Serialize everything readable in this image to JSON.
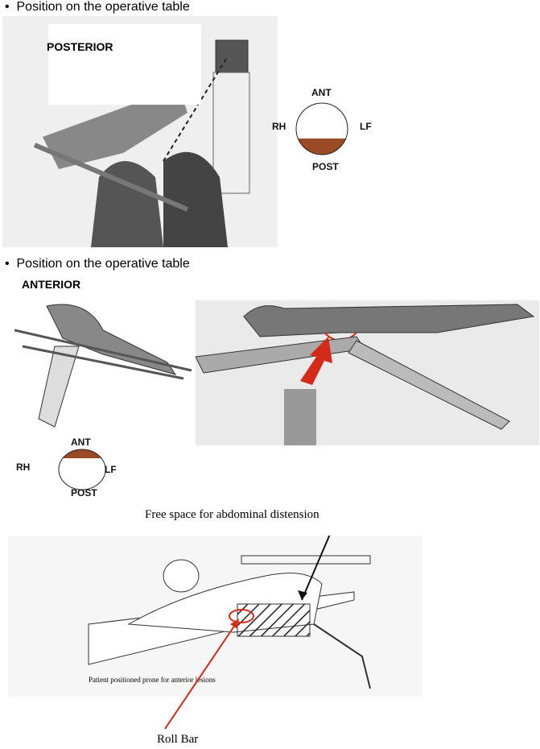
{
  "section1": {
    "bullet": "•",
    "heading": "Position on the operative table",
    "label": "POSTERIOR",
    "diagram": {
      "top": "ANT",
      "left": "RH",
      "right": "LF",
      "bottom": "POST"
    }
  },
  "section2": {
    "bullet": "•",
    "heading": "Position on the operative table",
    "label": "ANTERIOR",
    "diagram": {
      "top": "ANT",
      "left": "RH",
      "right": "LF",
      "bottom": "POST"
    }
  },
  "section3": {
    "annotation_top": "Free space for abdominal distension",
    "caption": "Patient positioned prone for anterior lesions",
    "annotation_bottom": "Roll Bar"
  },
  "colors": {
    "fluid": "#9a4a25",
    "arrow": "#d42a1a",
    "photo_bg": "#ececec"
  }
}
